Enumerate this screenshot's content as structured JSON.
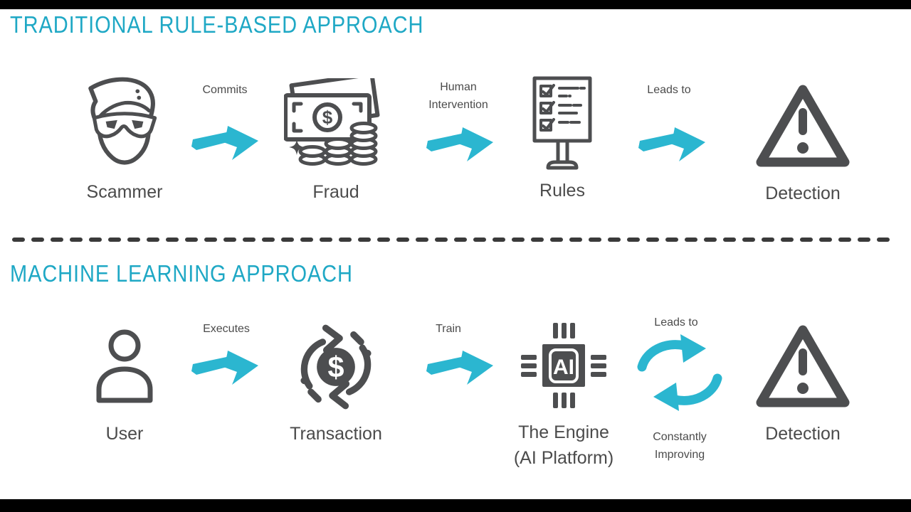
{
  "colors": {
    "title_teal": "#1fa8c5",
    "arrow_cyan": "#2bb6d0",
    "icon_gray": "#4d4e50",
    "label_gray": "#4b4b4b",
    "divider_dark": "#3a3a3a",
    "letterbox_black": "#000000",
    "background": "#ffffff"
  },
  "top_section": {
    "title": "TRADITIONAL RULE-BASED APPROACH",
    "nodes": [
      {
        "label": "Scammer",
        "icon": "scammer-mask-face"
      },
      {
        "label": "Fraud",
        "icon": "money-bills-and-coins"
      },
      {
        "label": "Rules",
        "icon": "checklist-signboard"
      },
      {
        "label": "Detection",
        "icon": "warning-triangle"
      }
    ],
    "connectors": [
      {
        "label": "Commits"
      },
      {
        "label": "Human Intervention"
      },
      {
        "label": "Leads to"
      }
    ]
  },
  "bottom_section": {
    "title": "MACHINE LEARNING APPROACH",
    "nodes": [
      {
        "label": "User",
        "icon": "person-outline"
      },
      {
        "label": "Transaction",
        "icon": "dollar-sync-cycle"
      },
      {
        "label": "The Engine",
        "sublabel": "(AI Platform)",
        "icon": "ai-chip",
        "chip_text": "AI"
      },
      {
        "label": "Detection",
        "icon": "warning-triangle"
      }
    ],
    "connectors": [
      {
        "label": "Executes"
      },
      {
        "label": "Train"
      },
      {
        "label_top": "Leads to",
        "label_bottom": "Constantly Improving"
      }
    ]
  },
  "icon_glyphs": {
    "dollar": "$"
  }
}
